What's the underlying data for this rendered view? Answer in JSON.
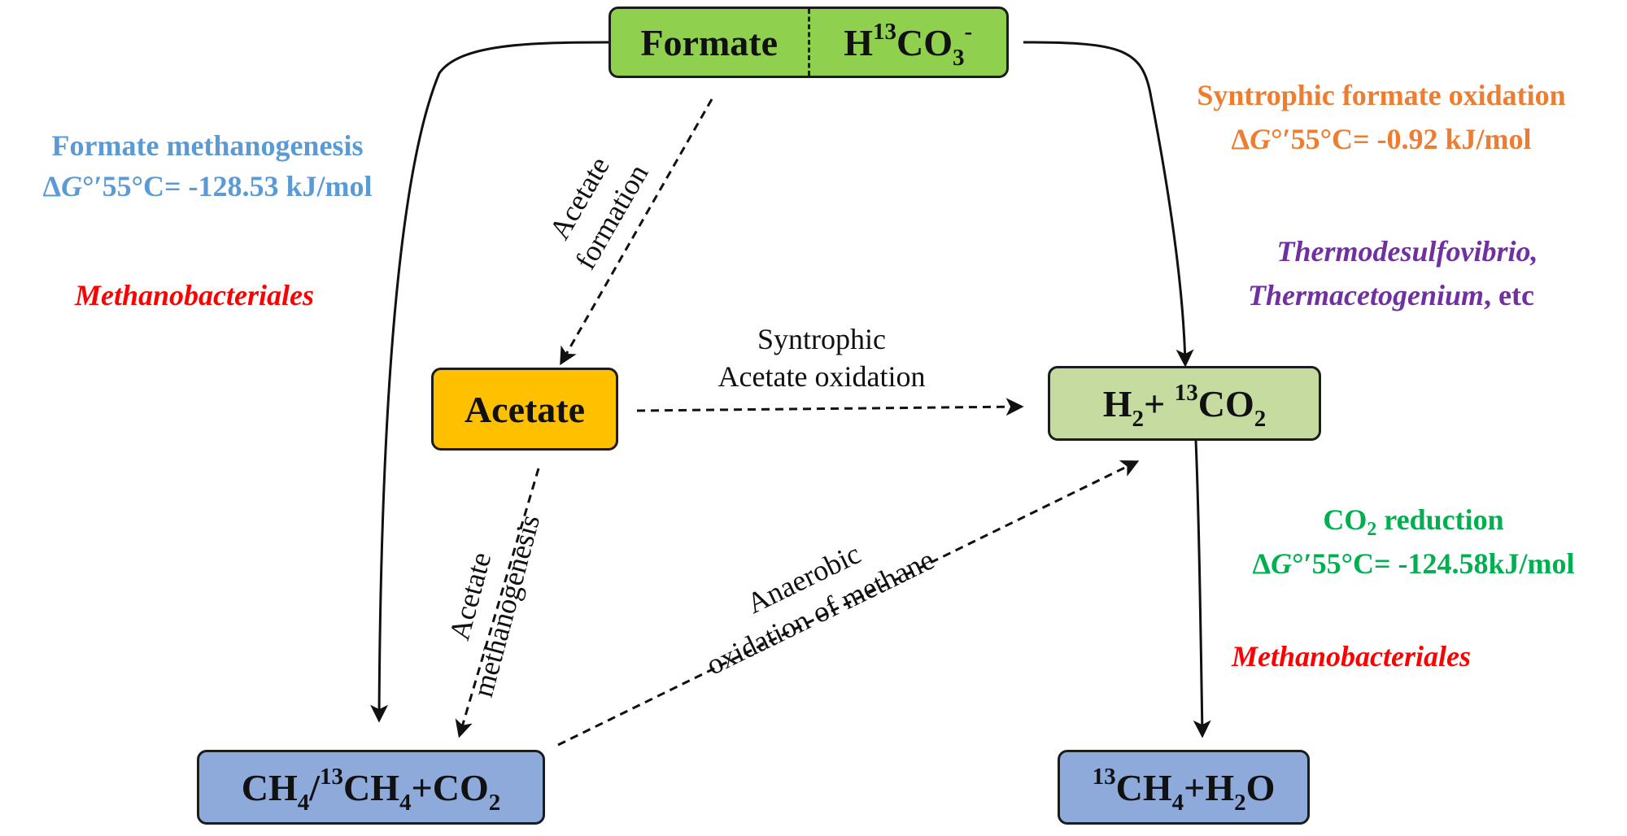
{
  "nodes": {
    "formate": "Formate",
    "bicarbonate": {
      "h": "H",
      "iso": "13",
      "co": "CO",
      "three": "3",
      "charge": "-"
    },
    "acetate": "Acetate",
    "h2_co2": {
      "h": "H",
      "two_a": "2",
      "plus": "+ ",
      "iso": "13",
      "co": "CO",
      "two_b": "2"
    },
    "ch4_mix": {
      "ch": "CH",
      "four_a": "4",
      "slash": "/",
      "iso": "13",
      "ch_b": "CH",
      "four_b": "4",
      "rest": "+CO",
      "two": "2"
    },
    "ch4_h2o": {
      "iso": "13",
      "ch": "CH",
      "four": "4",
      "plus": "+H",
      "two": "2",
      "o": "O"
    }
  },
  "labels": {
    "formate_methanogenesis": {
      "line1": "Formate methanogenesis",
      "line2_delta": "Δ",
      "line2_g": "G",
      "line2_rest": "°′55°C= -128.53 kJ/mol"
    },
    "methanobacteriales_left": "Methanobacteriales",
    "syntrophic_formate": {
      "line1": "Syntrophic formate oxidation",
      "line2_delta": "Δ",
      "line2_g": "G",
      "line2_rest": "°′55°C= -0.92 kJ/mol"
    },
    "organisms": {
      "genus1": "Thermodesulfovibrio,",
      "genus2": "Thermacetogenium",
      "etc": ", etc"
    },
    "co2_reduction": {
      "line1_co": "CO",
      "line1_two": "2",
      "line1_rest": " reduction",
      "line2_delta": "Δ",
      "line2_g": "G",
      "line2_rest": "°′55°C= -124.58kJ/mol"
    },
    "methanobacteriales_right": "Methanobacteriales",
    "acetate_formation": {
      "line1": "Acetate",
      "line2": "formation"
    },
    "syntrophic_acetate": {
      "line1": "Syntrophic",
      "line2": "Acetate oxidation"
    },
    "acetate_methanogenesis": {
      "line1": "Acetate",
      "line2": "methanogenesis"
    },
    "anaerobic_oxidation": {
      "line1": "Anaerobic",
      "line2": "oxidation of methane"
    }
  },
  "colors": {
    "formate_box": "#8fd14f",
    "acetate_box": "#ffc000",
    "h2co2_box": "#c5dba0",
    "methane_box": "#8eaadb",
    "blue_text": "#5b9bd5",
    "red_text": "#ff0000",
    "orange_text": "#ed7d31",
    "purple_text": "#7030a0",
    "green_text": "#00b050"
  }
}
